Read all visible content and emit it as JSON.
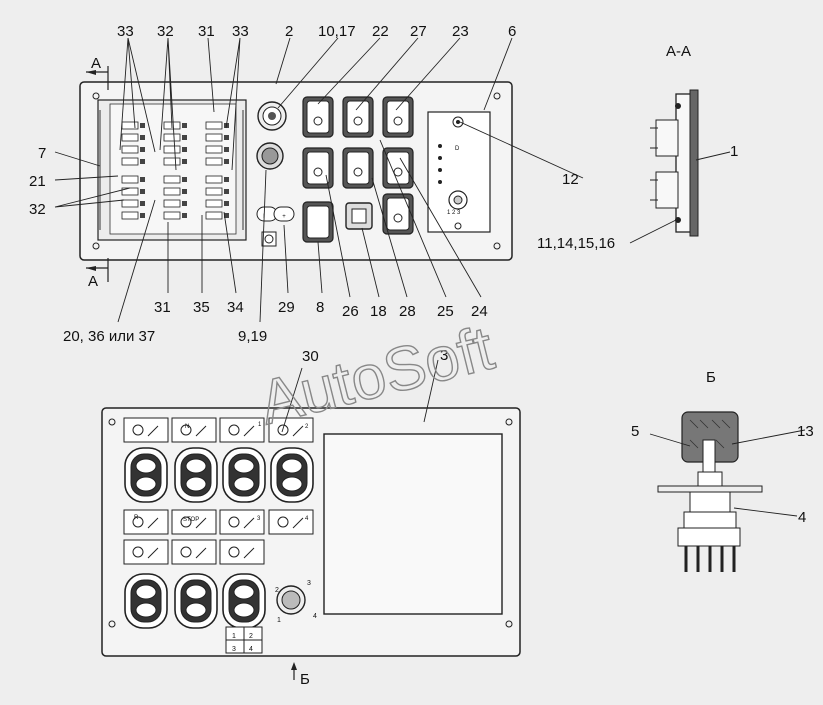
{
  "watermark": "AutoSoft",
  "section": {
    "aa": "А-А",
    "a_top": "А",
    "a_bottom": "А",
    "b_title": "Б",
    "b_arrow": "Б"
  },
  "callouts": {
    "c33a": "33",
    "c32a": "32",
    "c31a": "31",
    "c33b": "33",
    "c2": "2",
    "c1017": "10,17",
    "c22": "22",
    "c27": "27",
    "c23": "23",
    "c6": "6",
    "c7": "7",
    "c21": "21",
    "c32b": "32",
    "c12": "12",
    "c1": "1",
    "c11": "11,14,15,16",
    "c20": "20, 36 или 37",
    "c31b": "31",
    "c35": "35",
    "c34": "34",
    "c29": "29",
    "c8": "8",
    "c26": "26",
    "c18": "18",
    "c28": "28",
    "c25": "25",
    "c24": "24",
    "c919": "9,19",
    "c30": "30",
    "c3": "3",
    "c5": "5",
    "c13": "13",
    "c4": "4"
  },
  "panel_labels": {
    "stop": "STOP",
    "n": "N",
    "r": "R",
    "r1": "1",
    "r3": "3",
    "r4": "4",
    "r2": "2"
  },
  "grid": {
    "g1": "1",
    "g2": "2",
    "g3": "3",
    "g4": "4"
  },
  "knob": {
    "k1": "1",
    "k2": "2",
    "k3": "3",
    "k4": "4"
  },
  "module_text": {
    "d": "D",
    "nums": "1 2 3"
  }
}
